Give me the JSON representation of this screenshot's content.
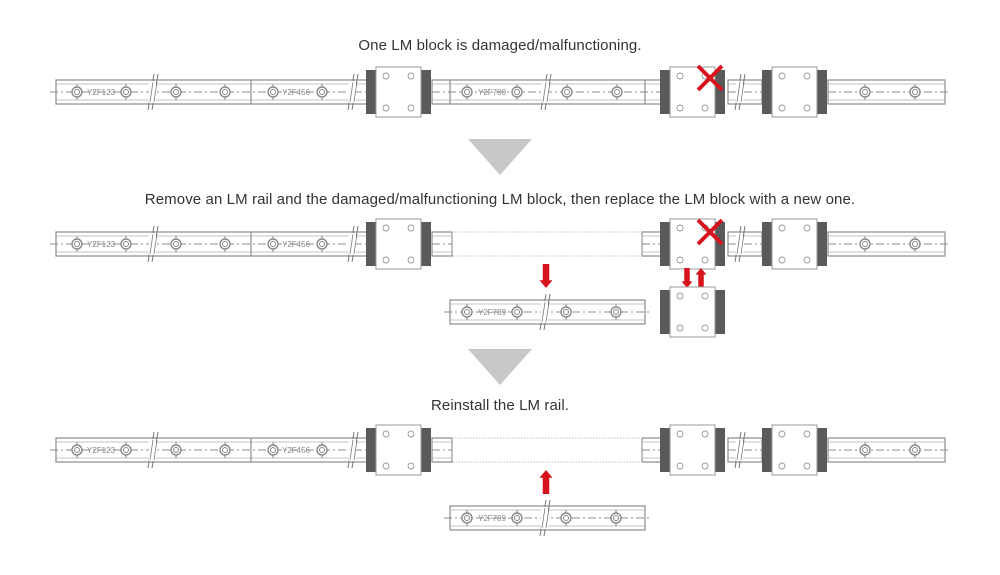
{
  "steps": [
    {
      "caption": "One LM block is damaged/malfunctioning."
    },
    {
      "caption": "Remove an LM rail and the damaged/malfunctioning LM block, then replace the LM block with a new one."
    },
    {
      "caption": "Reinstall the LM rail."
    }
  ],
  "rail_labels": {
    "rail_1": "Y2F123",
    "rail_2": "Y2F456",
    "rail_3": "Y2F789"
  },
  "colors": {
    "rail_stroke": "#8c8c8c",
    "block_seal": "#5a5a5a",
    "damage_mark": "#d7141e",
    "arrow_red": "#d7141e",
    "step_arrow": "#c8c8c8",
    "text": "#333333"
  },
  "icons": {
    "damage": "cross-mark-icon",
    "step_next": "triangle-down-icon",
    "move_down": "arrow-down-icon",
    "move_up": "arrow-up-icon"
  }
}
